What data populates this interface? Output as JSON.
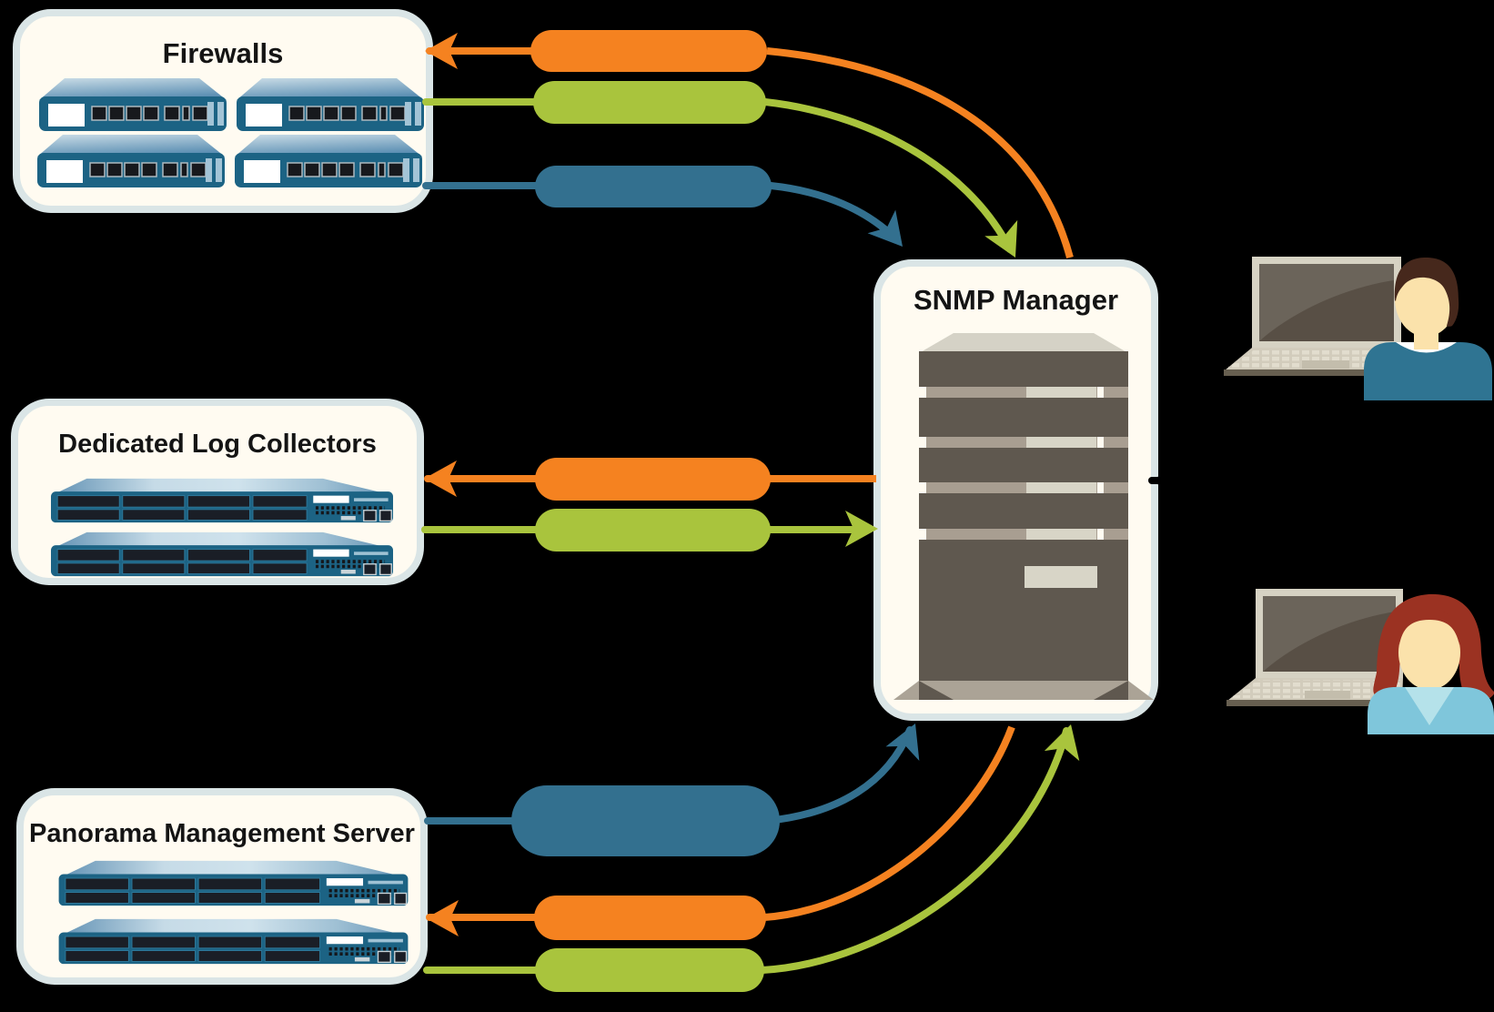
{
  "background_color": "#000000",
  "boxes": {
    "firewalls": {
      "title": "Firewalls",
      "device_count": 4
    },
    "log_collectors": {
      "title": "Dedicated Log Collectors",
      "device_count": 2
    },
    "panorama": {
      "title": "Panorama Management Server",
      "device_count": 2
    },
    "snmp_manager": {
      "title": "SNMP Manager",
      "device_count": 1
    }
  },
  "colors": {
    "orange": "#F58220",
    "green": "#A9C43D",
    "blue": "#33708F",
    "black": "#000000",
    "box_fill": "#FFFBF1",
    "box_border": "#DAE5E6",
    "device_blue": "#1C6384",
    "server_body": "#5F584F"
  },
  "connectors": [
    {
      "row": "firewalls",
      "color_name": "orange",
      "color": "#F58220",
      "direction": "snmp_manager to firewalls"
    },
    {
      "row": "firewalls",
      "color_name": "green",
      "color": "#A9C43D",
      "direction": "firewalls to snmp_manager"
    },
    {
      "row": "firewalls",
      "color_name": "blue",
      "color": "#33708F",
      "direction": "firewalls to snmp_manager"
    },
    {
      "row": "log_collectors",
      "color_name": "orange",
      "color": "#F58220",
      "direction": "snmp_manager to log_collectors"
    },
    {
      "row": "log_collectors",
      "color_name": "green",
      "color": "#A9C43D",
      "direction": "log_collectors to snmp_manager"
    },
    {
      "row": "panorama",
      "color_name": "blue",
      "color": "#33708F",
      "direction": "panorama to snmp_manager"
    },
    {
      "row": "panorama",
      "color_name": "orange",
      "color": "#F58220",
      "direction": "snmp_manager to panorama"
    },
    {
      "row": "panorama",
      "color_name": "green",
      "color": "#A9C43D",
      "direction": "panorama to snmp_manager"
    },
    {
      "row": "users",
      "color_name": "black",
      "color": "#000000",
      "direction": "admin_users to snmp_manager"
    }
  ]
}
